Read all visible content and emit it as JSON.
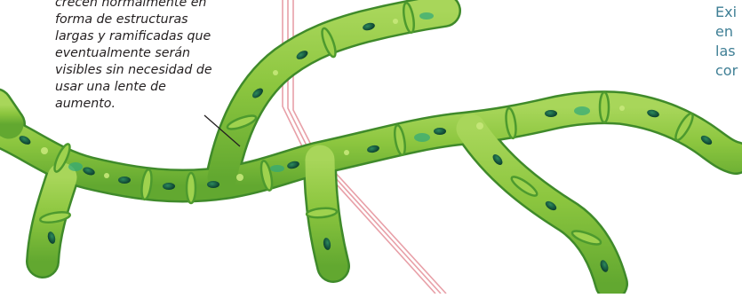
{
  "caption": {
    "lines": [
      "crecen normalmente en",
      "forma de estructuras",
      "largas y ramificadas que",
      "eventualmente serán",
      "visibles sin necesidad de",
      "usar una lente de",
      "aumento."
    ]
  },
  "side_text": {
    "lines": [
      "Exi",
      "en",
      "las",
      "cor"
    ]
  },
  "colors": {
    "hypha_fill": "#8cc63f",
    "hypha_outline": "#3f8a2a",
    "septum": "#4d9a2e",
    "nucleus": "#0d4a3a",
    "guide_line": "#e8a0a8",
    "caption_text": "#231f20",
    "side_text": "#3f7f95"
  }
}
